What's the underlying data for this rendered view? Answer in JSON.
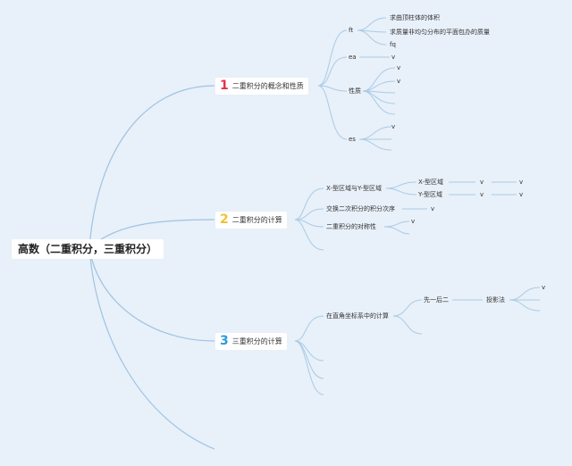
{
  "root": {
    "label": "高数（二重积分，三重积分）"
  },
  "colors": {
    "background": "#e8f0f9",
    "connector": "#a9cbe6",
    "topic1_number": "#e0344a",
    "topic2_number": "#f2c230",
    "topic3_number": "#2c9ad8"
  },
  "topic1": {
    "number": "1",
    "label": "二重积分的概念和性质",
    "ft": {
      "label": "ft",
      "children": [
        "求曲顶柱体的体积",
        "求质量非均匀分布的平面包办的质量",
        "fq"
      ]
    },
    "ea": {
      "label": "ea",
      "children": [
        "v"
      ]
    },
    "xingzhi": {
      "label": "性质",
      "children": [
        "v",
        "v"
      ]
    },
    "es": {
      "label": "es",
      "children": [
        "v"
      ]
    }
  },
  "topic2": {
    "number": "2",
    "label": "二重积分的计算",
    "xy_region": {
      "label": "X-型区域与Y-型区域",
      "x_type": {
        "label": "X-型区域",
        "v1": "v",
        "v2": "v"
      },
      "y_type": {
        "label": "Y-型区域",
        "v1": "v",
        "v2": "v"
      }
    },
    "exchange": {
      "label": "交换二次积分的积分次序",
      "child": "v"
    },
    "symmetry": {
      "label": "二重积分的对称性",
      "child": "v"
    }
  },
  "topic3": {
    "number": "3",
    "label": "三重积分的计算",
    "rect": {
      "label": "在直角坐标系中的计算",
      "first": {
        "label": "先一后二",
        "projection": {
          "label": "投影法",
          "child": "v"
        }
      }
    }
  }
}
